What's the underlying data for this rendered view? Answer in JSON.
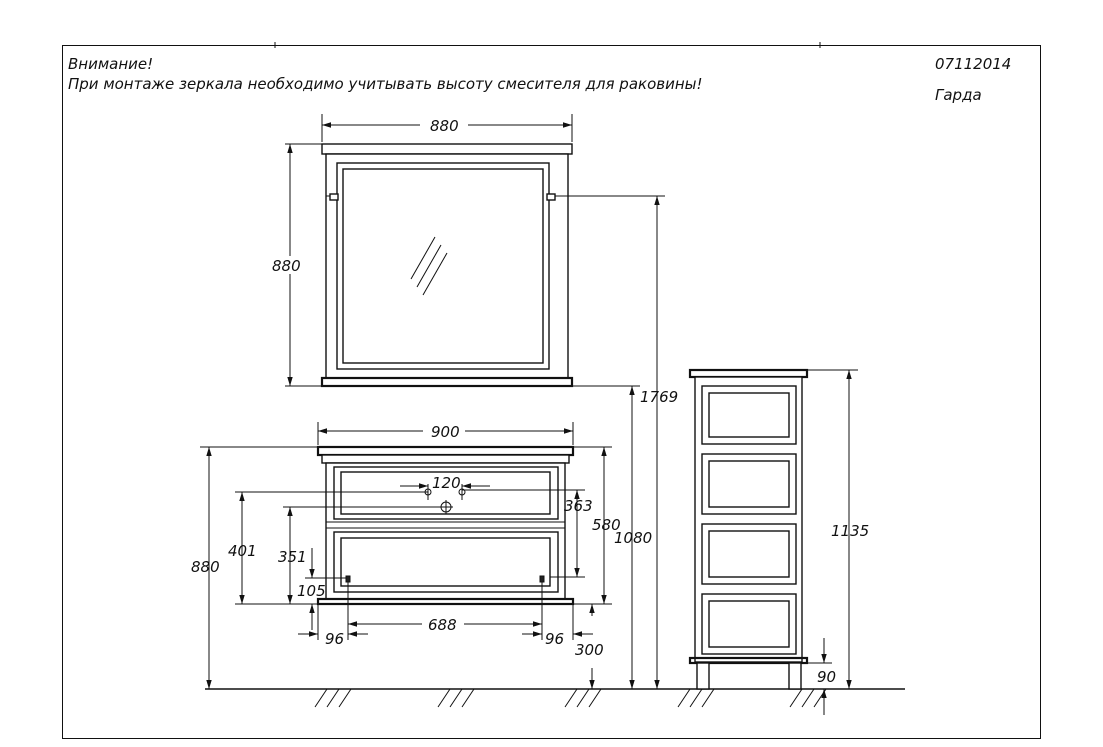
{
  "header": {
    "warning_title": "Внимание!",
    "warning_text": "При монтаже зеркала необходимо учитывать высоту смесителя для раковины!",
    "code": "07112014",
    "series": "Гарда"
  },
  "dimensions": {
    "mirror_width": "880",
    "mirror_height": "880",
    "mirror_top_height": "1769",
    "cabinet_width": "900",
    "cabinet_height": "880",
    "cabinet_total": "1080",
    "drain_offset": "120",
    "side_363": "363",
    "side_580": "580",
    "h_401": "401",
    "h_351": "351",
    "h_105": "105",
    "leg_spacing": "688",
    "left_inset": "96",
    "right_inset": "96",
    "h_300": "300",
    "tall_height": "1135",
    "tall_leg": "90"
  }
}
